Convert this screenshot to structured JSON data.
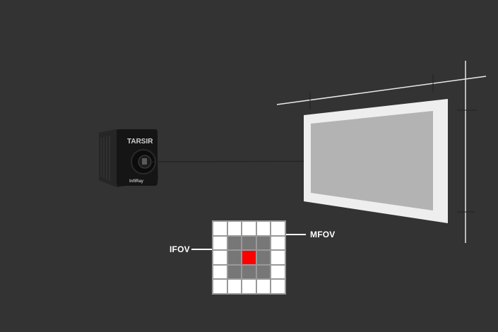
{
  "diagram": {
    "camera": {
      "brand_top": "TARSIR",
      "brand_bottom": "InfiRay"
    },
    "labels": {
      "ifov": "IFOV",
      "mfov": "MFOV"
    },
    "grid": {
      "rows": 5,
      "cols": 5,
      "center_color": "#ff0000",
      "inner_color": "#777777",
      "outer_color": "#ffffff"
    },
    "colors": {
      "background": "#333333",
      "target_border": "#eeeeee",
      "target_fill": "#b3b3b3"
    }
  }
}
